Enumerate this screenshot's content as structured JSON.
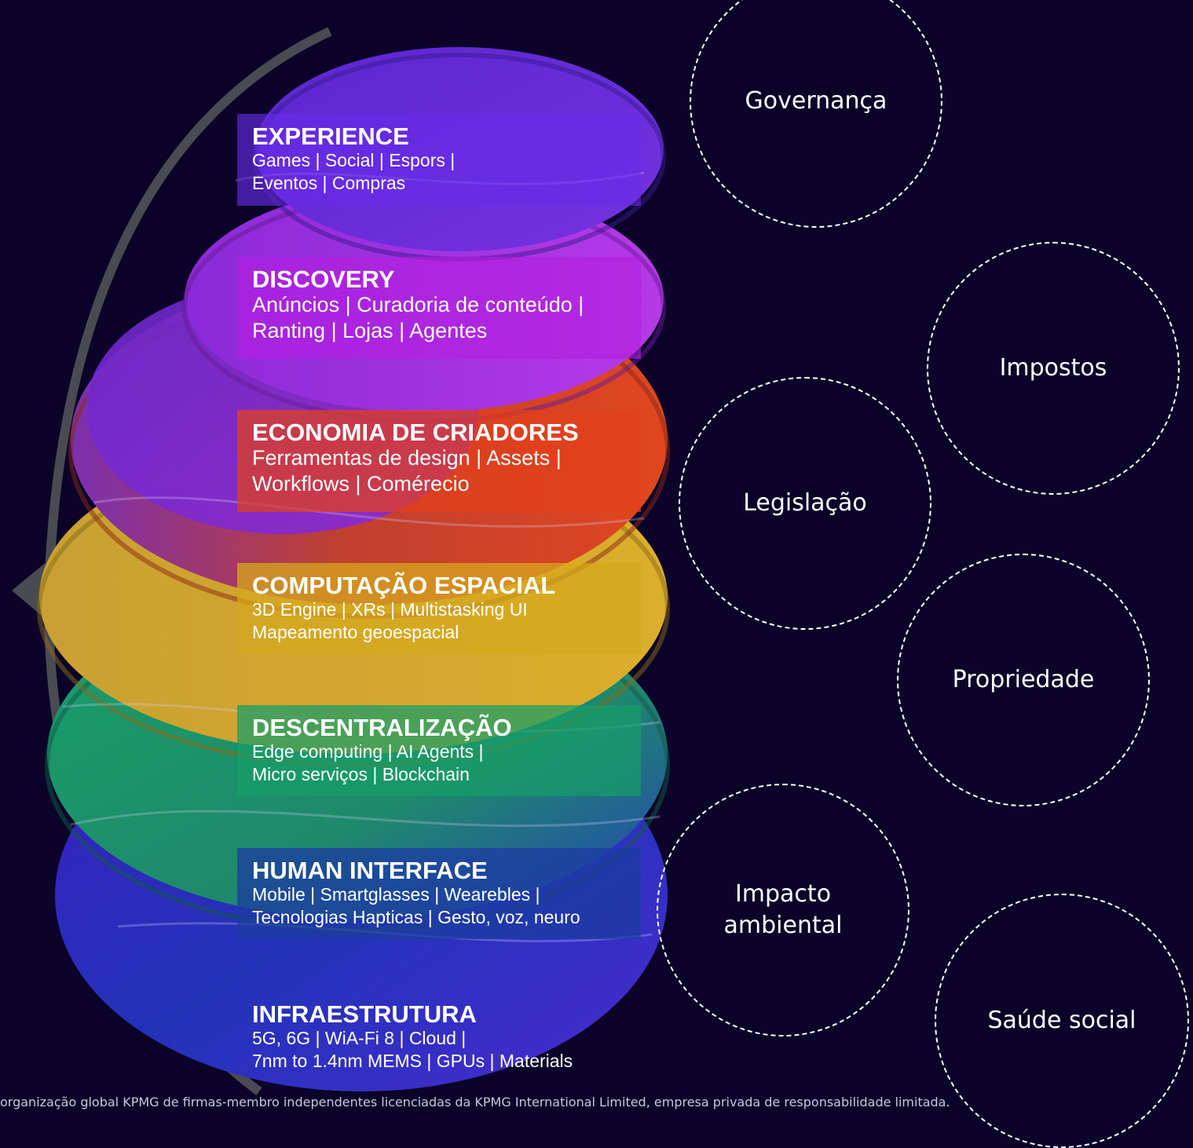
{
  "layers": [
    {
      "title": "EXPERIENCE",
      "description": "Games | Social | Espors |\nEventos | Compras",
      "color": "#6a2ee8"
    },
    {
      "title": "DISCOVERY",
      "description": "Anúncios | Curadoria de conteúdo |\nRanting | Lojas | Agentes",
      "color": "#b21ee0"
    },
    {
      "title": "ECONOMIA DE CRIADORES",
      "description": "Ferramentas de design | Assets |\nWorkflows | Comérecio",
      "color": "#e0411c"
    },
    {
      "title": "COMPUTAÇÃO ESPACIAL",
      "description": "3D Engine | XRs | Multistasking UI\nMapeamento geoespacial",
      "color": "#d9a81a"
    },
    {
      "title": "DESCENTRALIZAÇÃO",
      "description": "Edge computing | AI Agents |\nMicro serviços | Blockchain",
      "color": "#18a068"
    },
    {
      "title": "HUMAN INTERFACE",
      "description": "Mobile | Smartglasses | Wearebles |\nTecnologias Hapticas | Gesto, voz, neuro",
      "color": "#1e3fa8"
    },
    {
      "title": "INFRAESTRUTURA",
      "description": "5G, 6G | WiA-Fi 8 | Cloud |\n7nm to 1.4nm MEMS | GPUs | Materials",
      "color": "#3d24b8"
    }
  ],
  "topics": [
    "Governança",
    "Impostos",
    "Legislação",
    "Propriedade",
    "Impacto\nambiental",
    "Saúde social"
  ],
  "footer": "organização global KPMG de firmas-membro independentes licenciadas da KPMG International Limited, empresa privada de responsabilidade limitada.",
  "colors": {
    "background": "#0b0428",
    "circle_border": "#ffffff",
    "text": "#ffffff"
  }
}
